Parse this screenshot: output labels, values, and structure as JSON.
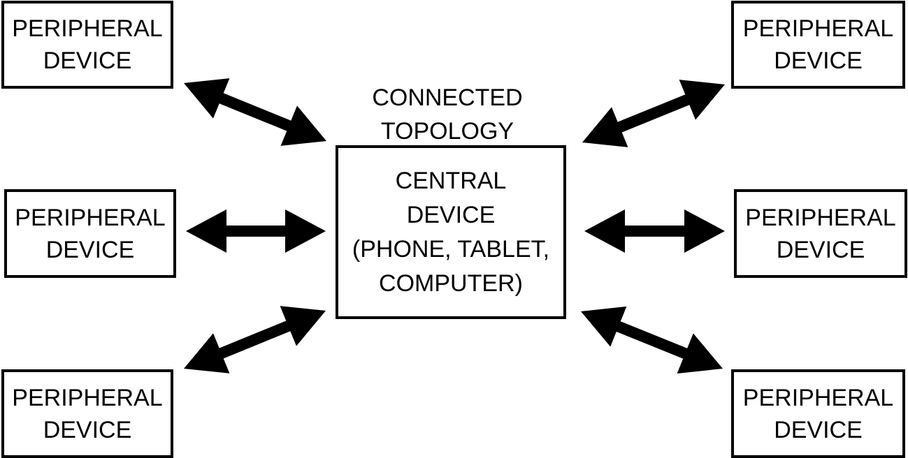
{
  "caption": {
    "line1": "CONNECTED",
    "line2": "TOPOLOGY"
  },
  "central": {
    "lines": [
      "CENTRAL",
      "DEVICE",
      "(PHONE, TABLET,",
      "COMPUTER)"
    ]
  },
  "peripherals": [
    {
      "line1": "PERIPHERAL",
      "line2": "DEVICE"
    },
    {
      "line1": "PERIPHERAL",
      "line2": "DEVICE"
    },
    {
      "line1": "PERIPHERAL",
      "line2": "DEVICE"
    },
    {
      "line1": "PERIPHERAL",
      "line2": "DEVICE"
    },
    {
      "line1": "PERIPHERAL",
      "line2": "DEVICE"
    },
    {
      "line1": "PERIPHERAL",
      "line2": "DEVICE"
    }
  ],
  "colors": {
    "stroke": "#000000",
    "background": "#ffffff"
  }
}
